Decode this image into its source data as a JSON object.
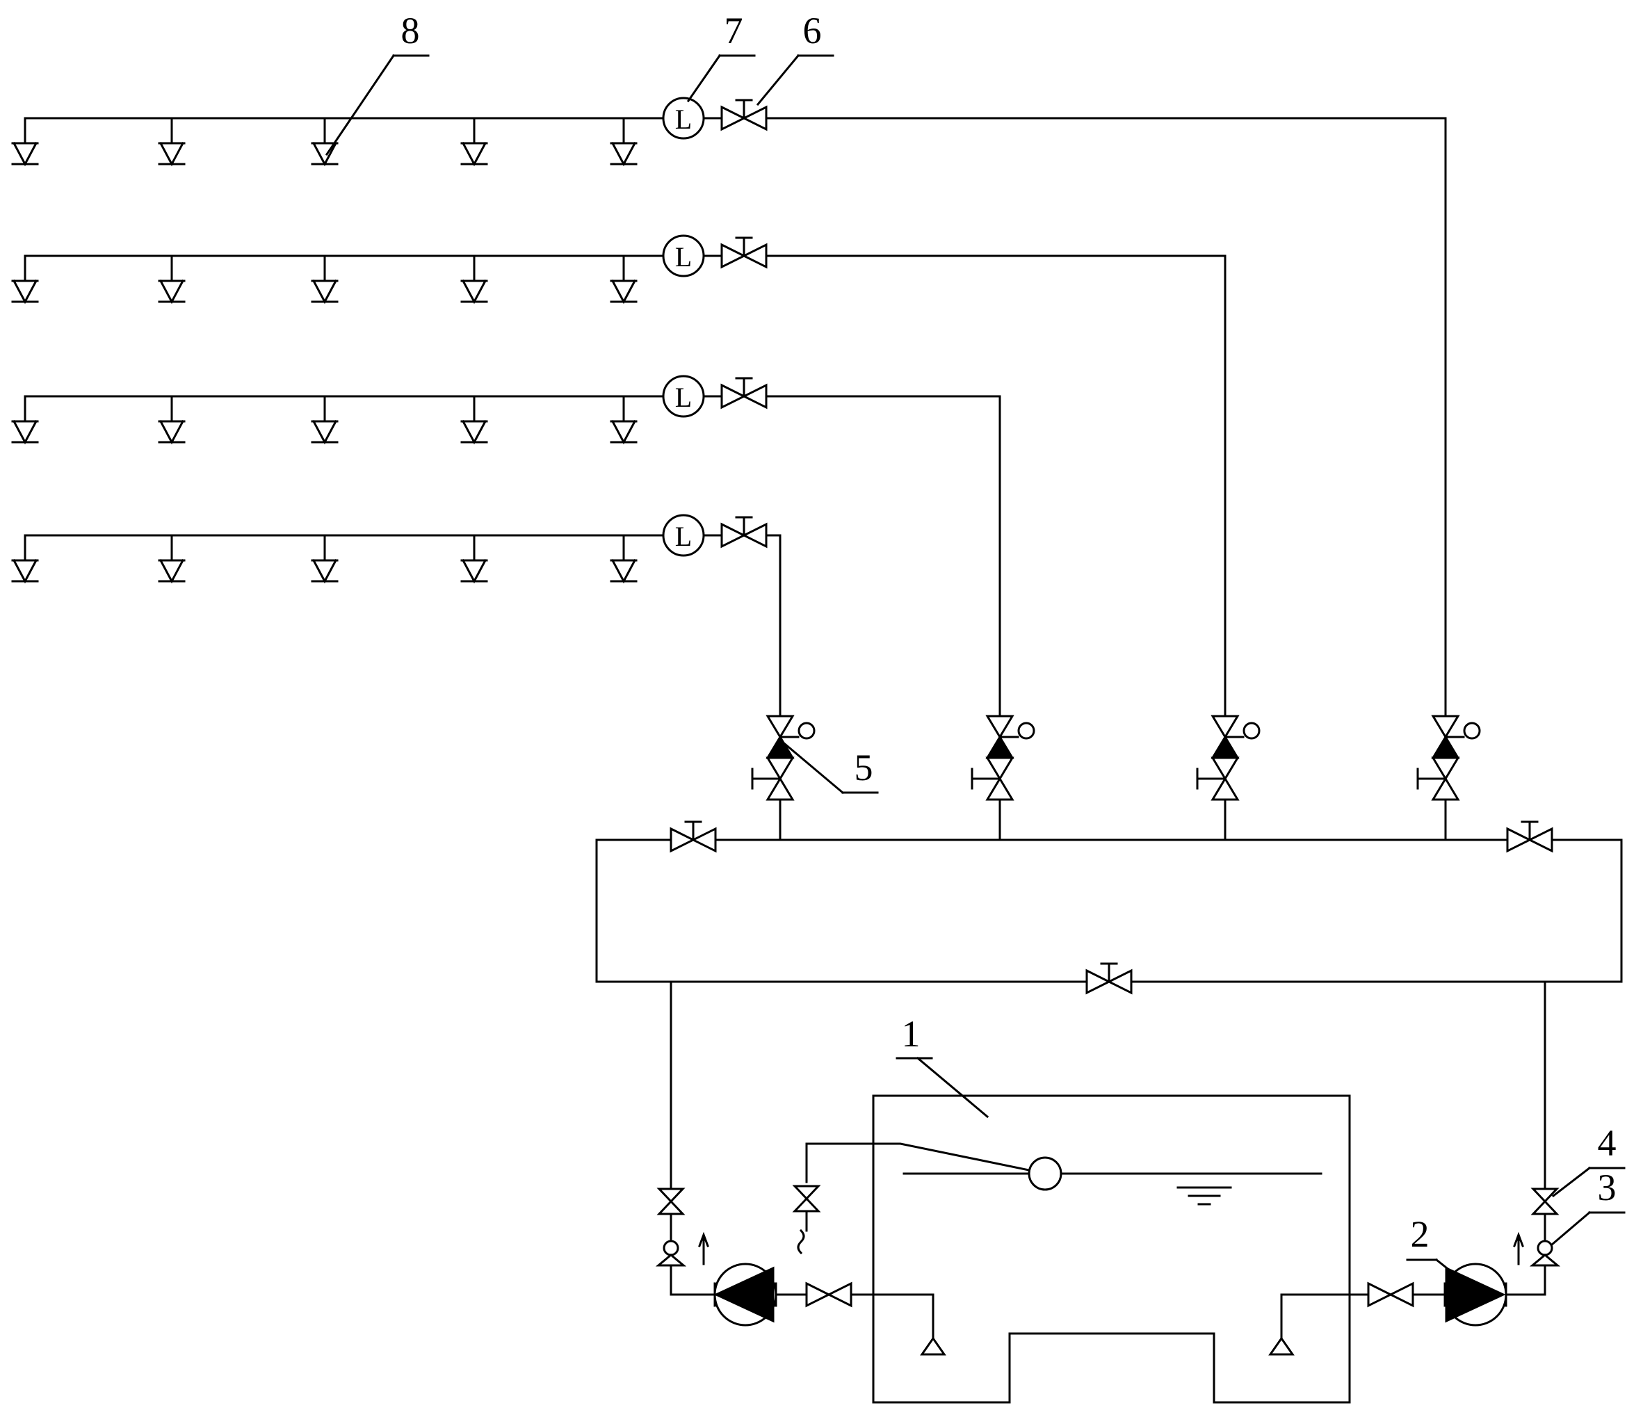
{
  "labels": {
    "tank": "1",
    "pump": "2",
    "check_valve": "3",
    "pump_valve": "4",
    "solenoid_valve": "5",
    "branch_valve": "6",
    "flow_meter": "7",
    "sprinkler": "8"
  },
  "meter_letter": "L"
}
